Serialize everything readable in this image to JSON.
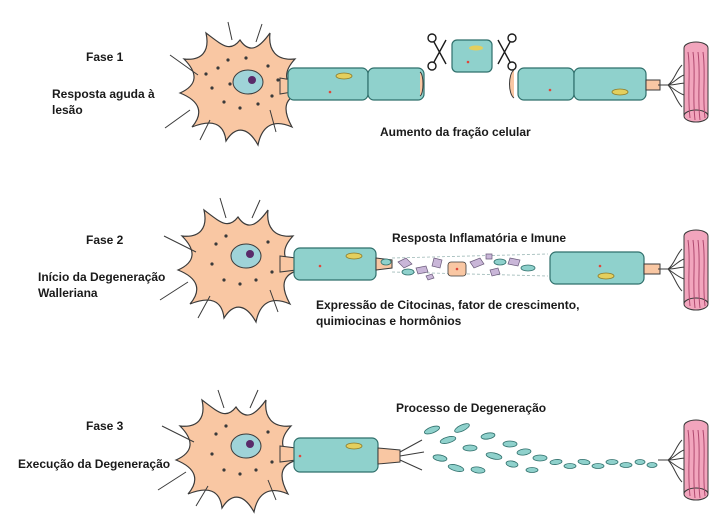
{
  "phases": [
    {
      "title": "Fase 1",
      "subtitle_line1": "Resposta aguda à",
      "subtitle_line2": "lesão",
      "annotations": [
        "Aumento da fração celular"
      ]
    },
    {
      "title": "Fase 2",
      "subtitle_line1": "Início da Degeneração",
      "subtitle_line2": "Walleriana",
      "annotations": [
        "Resposta Inflamatória e Imune",
        "Expressão de Citocinas, fator de crescimento,",
        "quimiocinas e hormônios"
      ]
    },
    {
      "title": "Fase 3",
      "subtitle_line1": "Execução da Degeneração",
      "annotations": [
        "Processo de Degeneração"
      ]
    }
  ],
  "colors": {
    "soma": "#f9c7a3",
    "soma_outline": "#3a3a3a",
    "nucleus": "#9fd3d8",
    "nucleolus": "#5a2a6a",
    "myelin": "#8fd1cc",
    "myelin_outline": "#2f6f6b",
    "schwann_nucleus": "#e3cf5e",
    "muscle": "#f2a5bd",
    "muscle_stripe": "#b04a70",
    "debris": "#c9b6d8",
    "accent_dot": "#e0463a"
  }
}
